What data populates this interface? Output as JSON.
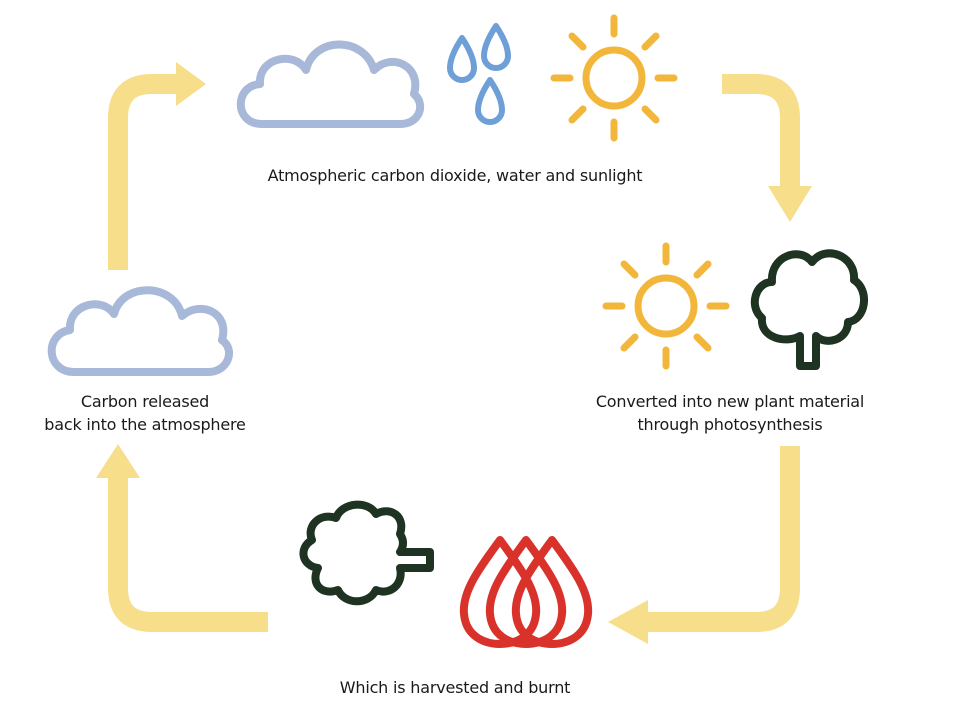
{
  "diagram": {
    "type": "cycle",
    "stages": [
      {
        "id": "atmosphere",
        "label": "Atmospheric carbon dioxide, water and sunlight",
        "icons": [
          "cloud-icon",
          "water-drops-icon",
          "sun-icon"
        ]
      },
      {
        "id": "photosynthesis",
        "lines": [
          "Converted into new plant material",
          "through photosynthesis"
        ],
        "icons": [
          "sun-icon",
          "tree-icon"
        ]
      },
      {
        "id": "burning",
        "label": "Which is harvested and burnt",
        "icons": [
          "felled-tree-icon",
          "flames-icon"
        ]
      },
      {
        "id": "release",
        "lines": [
          "Carbon released",
          "back into the atmosphere"
        ],
        "icons": [
          "cloud-icon"
        ]
      }
    ],
    "flow": [
      "atmosphere",
      "photosynthesis",
      "burning",
      "release",
      "atmosphere"
    ],
    "direction": "clockwise"
  },
  "colors": {
    "arrow": "#f6de8a",
    "cloud": "#a8b8d8",
    "water": "#6e9fd6",
    "sun": "#f2b63a",
    "tree": "#1f3322",
    "flame": "#d9322a",
    "text": "#1a1a1a"
  }
}
